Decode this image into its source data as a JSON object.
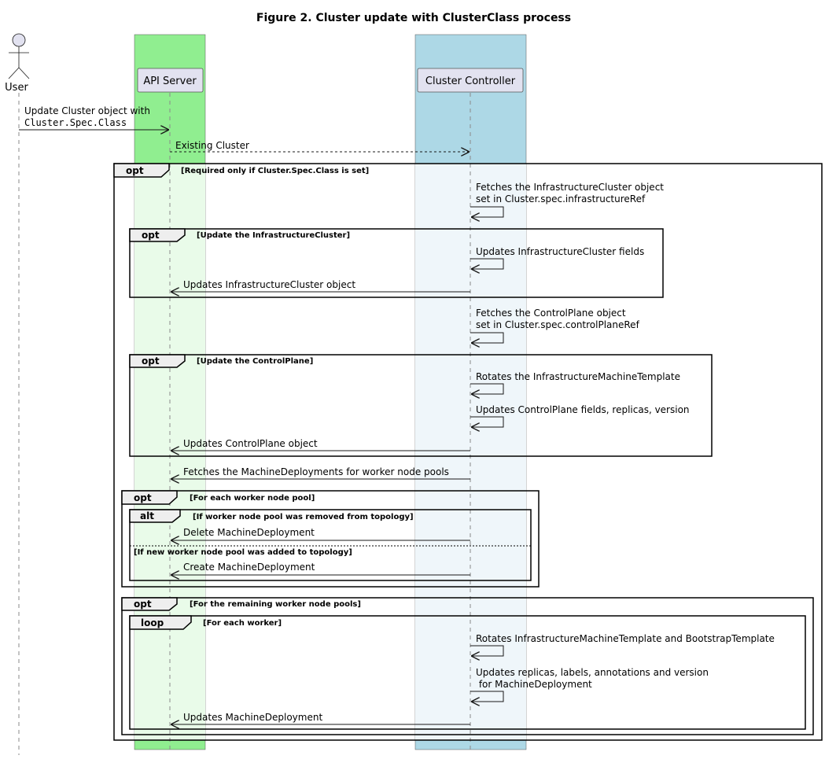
{
  "title": "Figure 2. Cluster update with ClusterClass process",
  "colors": {
    "api_box": "#90EE90",
    "api_box_light": "#E9FBE9",
    "controller_box": "#ADD8E6",
    "controller_box_light": "#EFF6FA",
    "participant_fill": "#E2E2F0"
  },
  "participants": {
    "user": "User",
    "api": "API Server",
    "controller": "Cluster Controller"
  },
  "messages": {
    "update_cluster_line1": "Update Cluster object with",
    "update_cluster_line2": "Cluster.Spec.Class",
    "existing_cluster": "Existing Cluster",
    "fetch_infra_line1": "Fetches the InfrastructureCluster object",
    "fetch_infra_line2": "set in Cluster.spec.infrastructureRef",
    "update_infra_fields": "Updates InfrastructureCluster fields",
    "update_infra_object": "Updates InfrastructureCluster object",
    "fetch_cp_line1": "Fetches the ControlPlane object",
    "fetch_cp_line2": "set in Cluster.spec.controlPlaneRef",
    "rotate_imt": "Rotates the InfrastructureMachineTemplate",
    "update_cp_fields": "Updates ControlPlane fields, replicas, version",
    "update_cp_object": "Updates ControlPlane object",
    "fetch_md": "Fetches the MachineDeployments for worker node pools",
    "delete_md": "Delete MachineDeployment",
    "create_md": "Create MachineDeployment",
    "rotate_imt_bt": "Rotates InfrastructureMachineTemplate and BootstrapTemplate",
    "update_replicas_line1": "Updates replicas, labels, annotations and version",
    "update_replicas_line2": " for MachineDeployment",
    "update_md": "Updates MachineDeployment"
  },
  "frames": {
    "opt_main": {
      "keyword": "opt",
      "condition": "[Required only if Cluster.Spec.Class is set]"
    },
    "opt_infra": {
      "keyword": "opt",
      "condition": "[Update the InfrastructureCluster]"
    },
    "opt_cp": {
      "keyword": "opt",
      "condition": "[Update the ControlPlane]"
    },
    "opt_pool": {
      "keyword": "opt",
      "condition": "[For each worker node pool]"
    },
    "alt_removed": {
      "keyword": "alt",
      "condition": "[If worker node pool was removed from topology]"
    },
    "else_added": {
      "condition": "[If new worker node pool was added to topology]"
    },
    "opt_remaining": {
      "keyword": "opt",
      "condition": "[For the remaining worker node pools]"
    },
    "loop_worker": {
      "keyword": "loop",
      "condition": "[For each worker]"
    }
  }
}
